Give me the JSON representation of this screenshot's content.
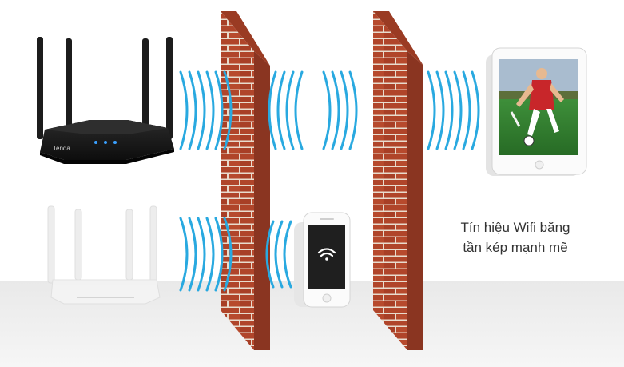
{
  "caption": {
    "line1": "Tín hiệu Wifi băng",
    "line2": "tần kép mạnh mẽ"
  },
  "router_brand": "Tenda",
  "colors": {
    "wave": "#29a9e0",
    "brick": "#b0452a",
    "mortar": "#e8dccd",
    "router_dark": "#1a1a1a",
    "router_light": "#f0f0f0",
    "floor": "#ececec",
    "jersey": "#c8262a",
    "grass": "#2f7d2c",
    "wifi_icon": "#ffffff"
  },
  "icons": [
    "router-dark-icon",
    "router-white-icon",
    "brick-wall-icon",
    "wifi-waves-icon",
    "smartphone-icon",
    "wifi-symbol-icon",
    "tablet-icon",
    "soccer-player-photo"
  ]
}
